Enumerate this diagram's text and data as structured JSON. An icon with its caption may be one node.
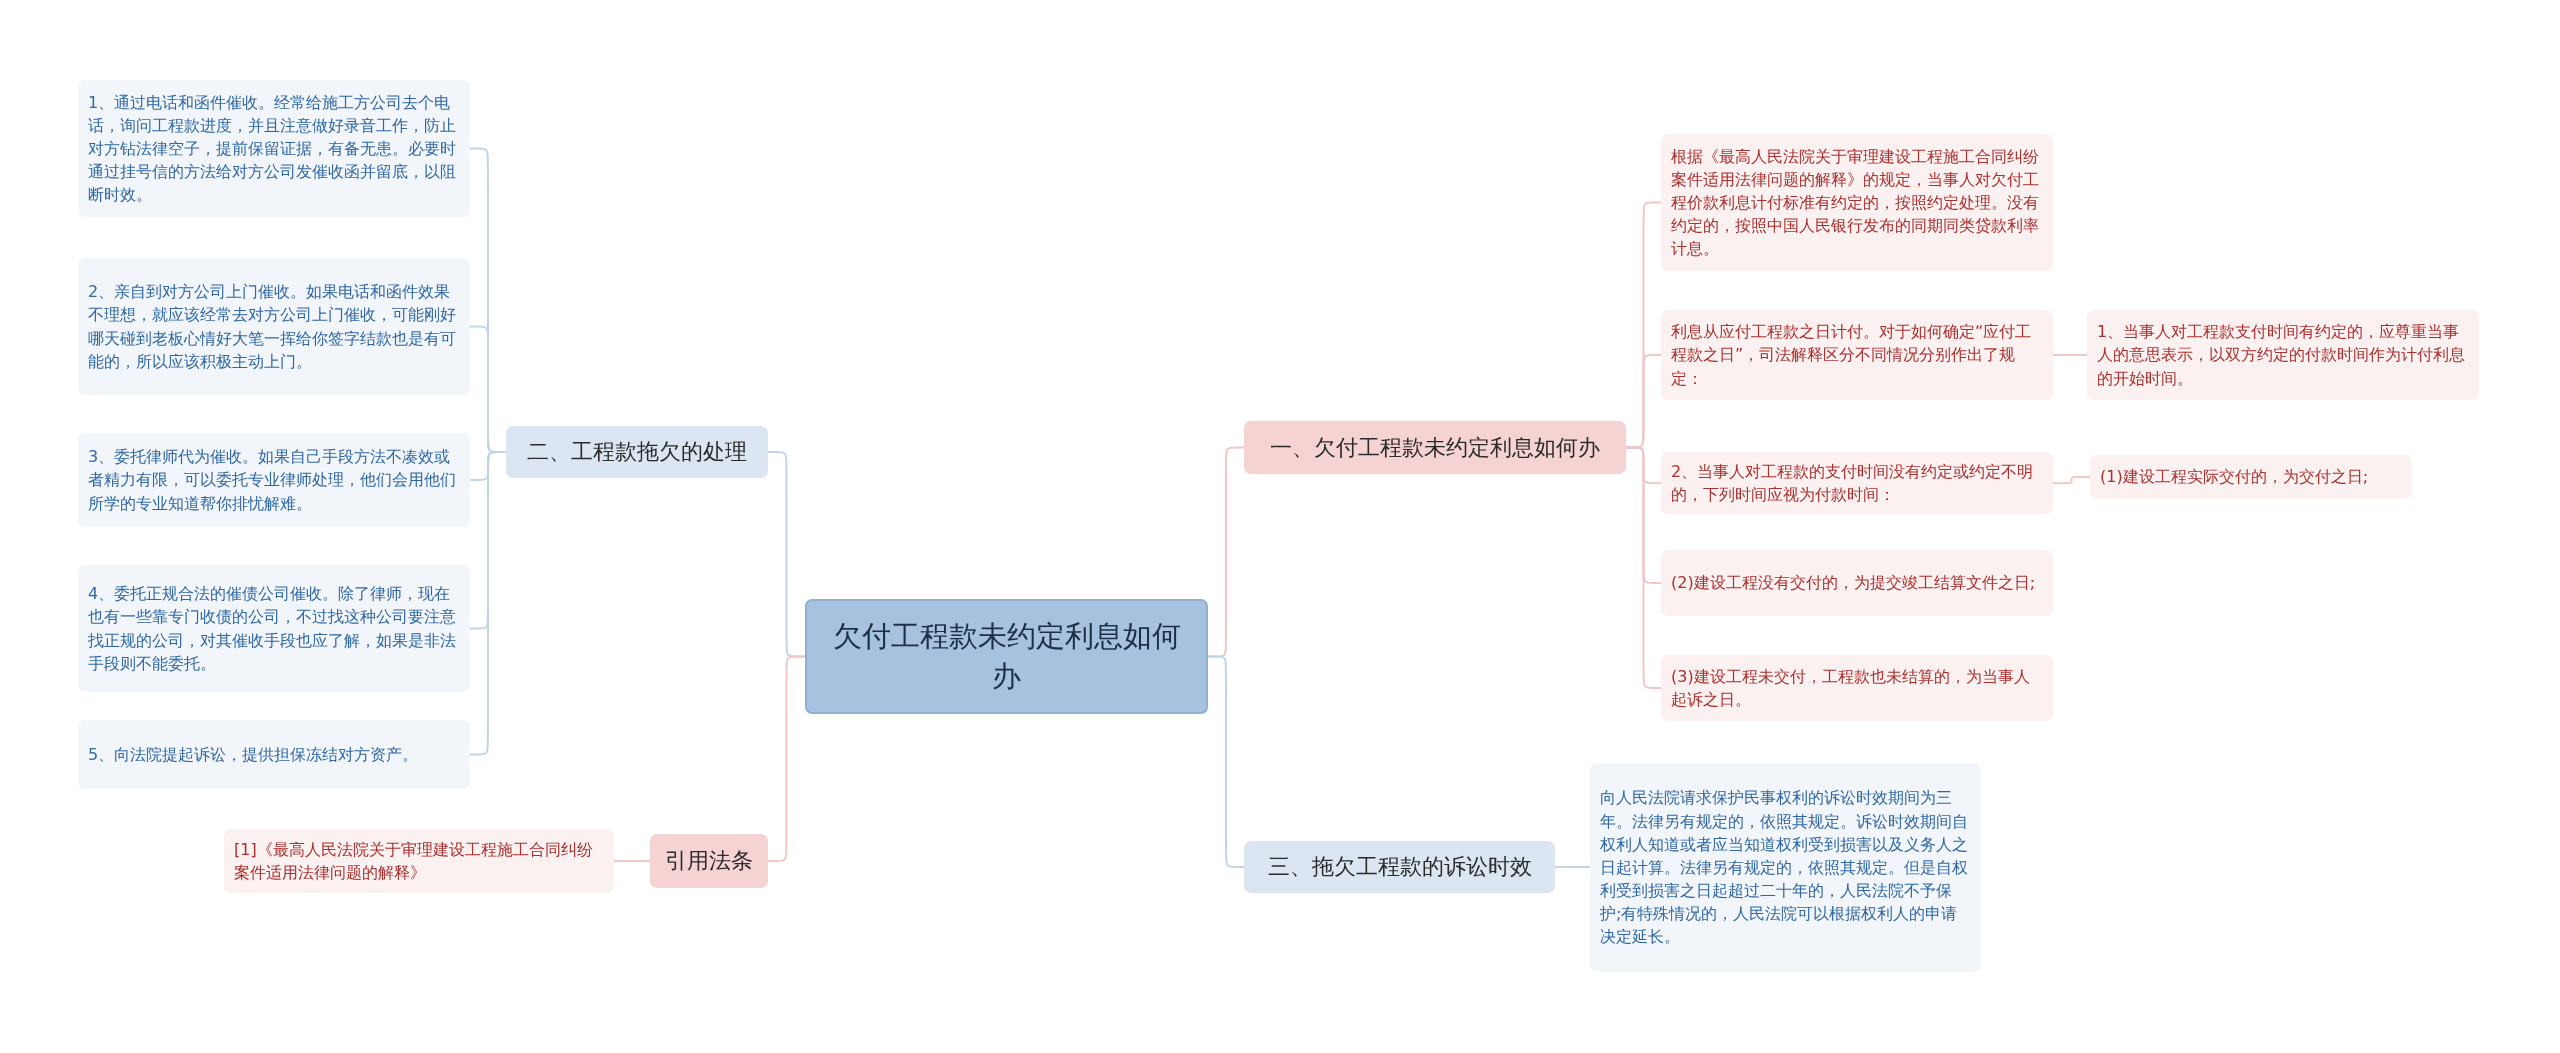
{
  "diagram": {
    "nodes": [
      {
        "text": [
          "欠付工程款未约定利息如何办"
        ]
      },
      {
        "text": [
          "一、欠付工程款未约定利息如何办"
        ]
      },
      {
        "text": [
          "根据《最高人民法院关于审理建设工程施工合同纠纷案件适用法律问题的解释》的规定，当事人对欠付工程价款利息计付标准有约定的，按照约定处理。没有约定的，按照中国人民银行发布的同期同类贷款利率计息。"
        ]
      },
      {
        "text": [
          "利息从应付工程款之日计付。对于如何确定“应付工程款之日”，司法解释区分不同情况分别作出了规定："
        ]
      },
      {
        "text": [
          "1、当事人对工程款支付时间有约定的，应尊重当事人的意思表示，以双方约定的付款时间作为计付利息的开始时间。"
        ]
      },
      {
        "text": [
          "2、当事人对工程款的支付时间没有约定或约定不明的，下列时间应视为付款时间："
        ]
      },
      {
        "text": [
          "(1)建设工程实际交付的，为交付之日;"
        ]
      },
      {
        "text": [
          "(2)建设工程没有交付的，为提交竣工结算文件之日;"
        ]
      },
      {
        "text": [
          "(3)建设工程未交付，工程款也未结算的，为当事人起诉之日。"
        ]
      },
      {
        "text": [
          "三、拖欠工程款的诉讼时效"
        ]
      },
      {
        "text": [
          "向人民法院请求保护民事权利的诉讼时效期间为三年。法律另有规定的，依照其规定。诉讼时效期间自权利人知道或者应当知道权利受到损害以及义务人之日起计算。法律另有规定的，依照其规定。但是自权利受到损害之日起超过二十年的，人民法院不予保护;有特殊情况的，人民法院可以根据权利人的申请决定延长。"
        ]
      },
      {
        "text": [
          "二、工程款拖欠的处理"
        ]
      },
      {
        "text": [
          "1、通过电话和函件催收。经常给施工方公司去个电话，询问工程款进度，并且注意做好录音工作，防止对方钻法律空子，提前保留证据，有备无患。必要时通过挂号信的方法给对方公司发催收函并留底，以阻断时效。"
        ]
      },
      {
        "text": [
          "2、亲自到对方公司上门催收。如果电话和函件效果不理想，就应该经常去对方公司上门催收，可能刚好哪天碰到老板心情好大笔一挥给你签字结款也是有可能的，所以应该积极主动上门。"
        ]
      },
      {
        "text": [
          "3、委托律师代为催收。如果自己手段方法不凑效或者精力有限，可以委托专业律师处理，他们会用他们所学的专业知道帮你排忧解难。"
        ]
      },
      {
        "text": [
          "4、委托正规合法的催债公司催收。除了律师，现在也有一些靠专门收债的公司，不过找这种公司要注意找正规的公司，对其催收手段也应了解，如果是非法手段则不能委托。"
        ]
      },
      {
        "text": [
          "5、向法院提起诉讼，提供担保冻结对方资产。"
        ]
      },
      {
        "text": [
          "引用法条"
        ]
      },
      {
        "text": [
          "[1]《最高人民法院关于审理建设工程施工合同纠纷案件适用法律问题的解释》"
        ]
      }
    ],
    "edges": [
      {
        "from": 0,
        "to": 1,
        "arrow": "none"
      },
      {
        "from": 1,
        "to": 2,
        "arrow": "none"
      },
      {
        "from": 1,
        "to": 3,
        "arrow": "none"
      },
      {
        "from": 3,
        "to": 4,
        "arrow": "none"
      },
      {
        "from": 1,
        "to": 5,
        "arrow": "none"
      },
      {
        "from": 5,
        "to": 6,
        "arrow": "none"
      },
      {
        "from": 1,
        "to": 7,
        "arrow": "none"
      },
      {
        "from": 1,
        "to": 8,
        "arrow": "none"
      },
      {
        "from": 0,
        "to": 9,
        "arrow": "none",
        "color": "#c3d4e6"
      },
      {
        "from": 9,
        "to": 10,
        "arrow": "none",
        "color": "#c3d4e6"
      },
      {
        "from": 0,
        "to": 11,
        "arrow": "none",
        "color": "#c3d4e6"
      },
      {
        "from": 11,
        "to": 12,
        "arrow": "none",
        "color": "#c3d4e6"
      },
      {
        "from": 11,
        "to": 13,
        "arrow": "none",
        "color": "#c3d4e6"
      },
      {
        "from": 11,
        "to": 14,
        "arrow": "none",
        "color": "#c3d4e6"
      },
      {
        "from": 11,
        "to": 15,
        "arrow": "none",
        "color": "#c3d4e6"
      },
      {
        "from": 11,
        "to": 16,
        "arrow": "none",
        "color": "#c3d4e6"
      },
      {
        "from": 0,
        "to": 17,
        "arrow": "none"
      },
      {
        "from": 17,
        "to": 18,
        "arrow": "none"
      }
    ]
  }
}
